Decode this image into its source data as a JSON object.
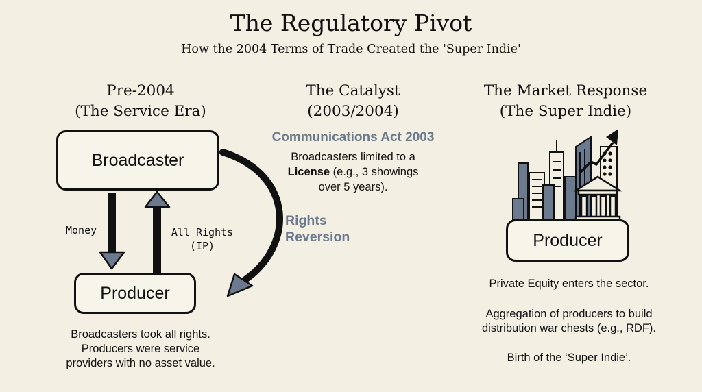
{
  "header": {
    "title": "The Regulatory Pivot",
    "subtitle": "How the 2004 Terms of Trade Created the 'Super Indie'"
  },
  "left": {
    "heading_line1": "Pre-2004",
    "heading_line2": "(The Service Era)",
    "top_box": "Broadcaster",
    "bottom_box": "Producer",
    "money_label": "Money",
    "rights_label_line1": "All Rights",
    "rights_label_line2": "(IP)",
    "caption": [
      "Broadcasters took all rights.",
      "Producers were service",
      "providers with no asset value."
    ]
  },
  "middle": {
    "heading_line1": "The Catalyst",
    "heading_line2": "(2003/2004)",
    "act_title": "Communications Act 2003",
    "desc_line1": "Broadcasters limited to a",
    "desc_bold": "License",
    "desc_line2_rest": " (e.g., 3 showings",
    "desc_line3": "over 5 years).",
    "reversion_line1": "Rights",
    "reversion_line2": "Reversion"
  },
  "right": {
    "heading_line1": "The Market Response",
    "heading_line2": "(The Super Indie)",
    "box": "Producer",
    "point1": "Private Equity enters the sector.",
    "point2_line1": "Aggregation of producers to build",
    "point2_line2": "distribution war chests (e.g., RDF).",
    "point3": "Birth of the ‘Super Indie’."
  },
  "colors": {
    "background": "#f3efe3",
    "accent": "#6b7a8f",
    "ink": "#111111"
  },
  "icons": [
    "city-skyline-icon",
    "bank-building-icon",
    "growth-arrow-icon"
  ]
}
